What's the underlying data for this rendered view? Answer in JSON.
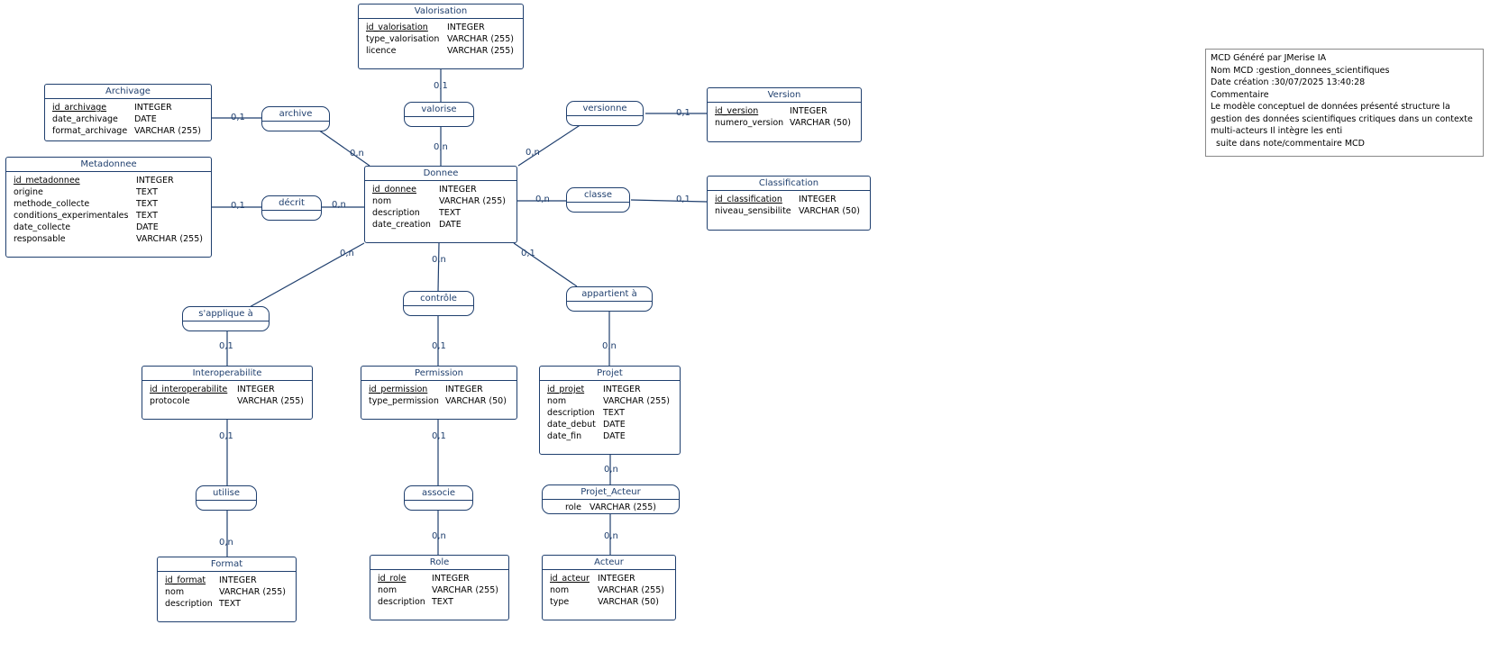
{
  "entities": {
    "valorisation": {
      "name": "Valorisation",
      "attrs": [
        {
          "n": "id_valorisation",
          "t": "INTEGER"
        },
        {
          "n": "type_valorisation",
          "t": "VARCHAR (255)"
        },
        {
          "n": "licence",
          "t": "VARCHAR (255)"
        }
      ]
    },
    "archivage": {
      "name": "Archivage",
      "attrs": [
        {
          "n": "id_archivage",
          "t": "INTEGER"
        },
        {
          "n": "date_archivage",
          "t": "DATE"
        },
        {
          "n": "format_archivage",
          "t": "VARCHAR (255)"
        }
      ]
    },
    "metadonnee": {
      "name": "Metadonnee",
      "attrs": [
        {
          "n": "id_metadonnee",
          "t": "INTEGER"
        },
        {
          "n": "origine",
          "t": "TEXT"
        },
        {
          "n": "methode_collecte",
          "t": "TEXT"
        },
        {
          "n": "conditions_experimentales",
          "t": "TEXT"
        },
        {
          "n": "date_collecte",
          "t": "DATE"
        },
        {
          "n": "responsable",
          "t": "VARCHAR (255)"
        }
      ]
    },
    "donnee": {
      "name": "Donnee",
      "attrs": [
        {
          "n": "id_donnee",
          "t": "INTEGER"
        },
        {
          "n": "nom",
          "t": "VARCHAR (255)"
        },
        {
          "n": "description",
          "t": "TEXT"
        },
        {
          "n": "date_creation",
          "t": "DATE"
        }
      ]
    },
    "version": {
      "name": "Version",
      "attrs": [
        {
          "n": "id_version",
          "t": "INTEGER"
        },
        {
          "n": "numero_version",
          "t": "VARCHAR (50)"
        }
      ]
    },
    "classification": {
      "name": "Classification",
      "attrs": [
        {
          "n": "id_classification",
          "t": "INTEGER"
        },
        {
          "n": "niveau_sensibilite",
          "t": "VARCHAR (50)"
        }
      ]
    },
    "interoperabilite": {
      "name": "Interoperabilite",
      "attrs": [
        {
          "n": "id_interoperabilite",
          "t": "INTEGER"
        },
        {
          "n": "protocole",
          "t": "VARCHAR (255)"
        }
      ]
    },
    "permission": {
      "name": "Permission",
      "attrs": [
        {
          "n": "id_permission",
          "t": "INTEGER"
        },
        {
          "n": "type_permission",
          "t": "VARCHAR (50)"
        }
      ]
    },
    "projet": {
      "name": "Projet",
      "attrs": [
        {
          "n": "id_projet",
          "t": "INTEGER"
        },
        {
          "n": "nom",
          "t": "VARCHAR (255)"
        },
        {
          "n": "description",
          "t": "TEXT"
        },
        {
          "n": "date_debut",
          "t": "DATE"
        },
        {
          "n": "date_fin",
          "t": "DATE"
        }
      ]
    },
    "format": {
      "name": "Format",
      "attrs": [
        {
          "n": "id_format",
          "t": "INTEGER"
        },
        {
          "n": "nom",
          "t": "VARCHAR (255)"
        },
        {
          "n": "description",
          "t": "TEXT"
        }
      ]
    },
    "role": {
      "name": "Role",
      "attrs": [
        {
          "n": "id_role",
          "t": "INTEGER"
        },
        {
          "n": "nom",
          "t": "VARCHAR (255)"
        },
        {
          "n": "description",
          "t": "TEXT"
        }
      ]
    },
    "acteur": {
      "name": "Acteur",
      "attrs": [
        {
          "n": "id_acteur",
          "t": "INTEGER"
        },
        {
          "n": "nom",
          "t": "VARCHAR (255)"
        },
        {
          "n": "type",
          "t": "VARCHAR (50)"
        }
      ]
    }
  },
  "associations": {
    "archive": {
      "name": "archive"
    },
    "valorise": {
      "name": "valorise"
    },
    "versionne": {
      "name": "versionne"
    },
    "decrit": {
      "name": "décrit"
    },
    "classe": {
      "name": "classe"
    },
    "sapplique": {
      "name": "s'applique à"
    },
    "controle": {
      "name": "contrôle"
    },
    "appartient": {
      "name": "appartient à"
    },
    "utilise": {
      "name": "utilise"
    },
    "associe": {
      "name": "associe"
    },
    "projet_acteur": {
      "name": "Projet_Acteur",
      "attr_name": "role",
      "attr_type": "VARCHAR (255)"
    }
  },
  "cardinalities": {
    "archivage_archive": "0,1",
    "archive_donnee": "0,n",
    "valorisation_valorise": "0,1",
    "valorise_donnee": "0,n",
    "version_versionne": "0,1",
    "versionne_donnee": "0,n",
    "metadonnee_decrit": "0,1",
    "decrit_donnee": "0,n",
    "donnee_classe": "0,n",
    "classification_classe": "0,1",
    "donnee_sapplique": "0,n",
    "interop_sapplique": "0,1",
    "donnee_controle": "0,n",
    "permission_controle": "0,1",
    "donnee_appartient": "0,1",
    "projet_appartient": "0,n",
    "interop_utilise": "0,1",
    "format_utilise": "0,n",
    "permission_associe": "0,1",
    "role_associe": "0,n",
    "projet_pa": "0,n",
    "acteur_pa": "0,n"
  },
  "info": {
    "line1": "MCD Généré par JMerise IA",
    "line2": "Nom MCD :gestion_donnees_scientifiques",
    "line3": "Date création :30/07/2025 13:40:28",
    "line4": "Commentaire",
    "line5": "Le modèle conceptuel de données présenté structure la",
    "line6": "gestion des données scientifiques critiques dans un contexte",
    "line7": "multi-acteurs Il intègre les enti",
    "line8": "  suite dans note/commentaire MCD"
  },
  "colors": {
    "stroke": "#1f3f6e",
    "text": "#1f3f6e",
    "info_border": "#8a8a8a"
  }
}
